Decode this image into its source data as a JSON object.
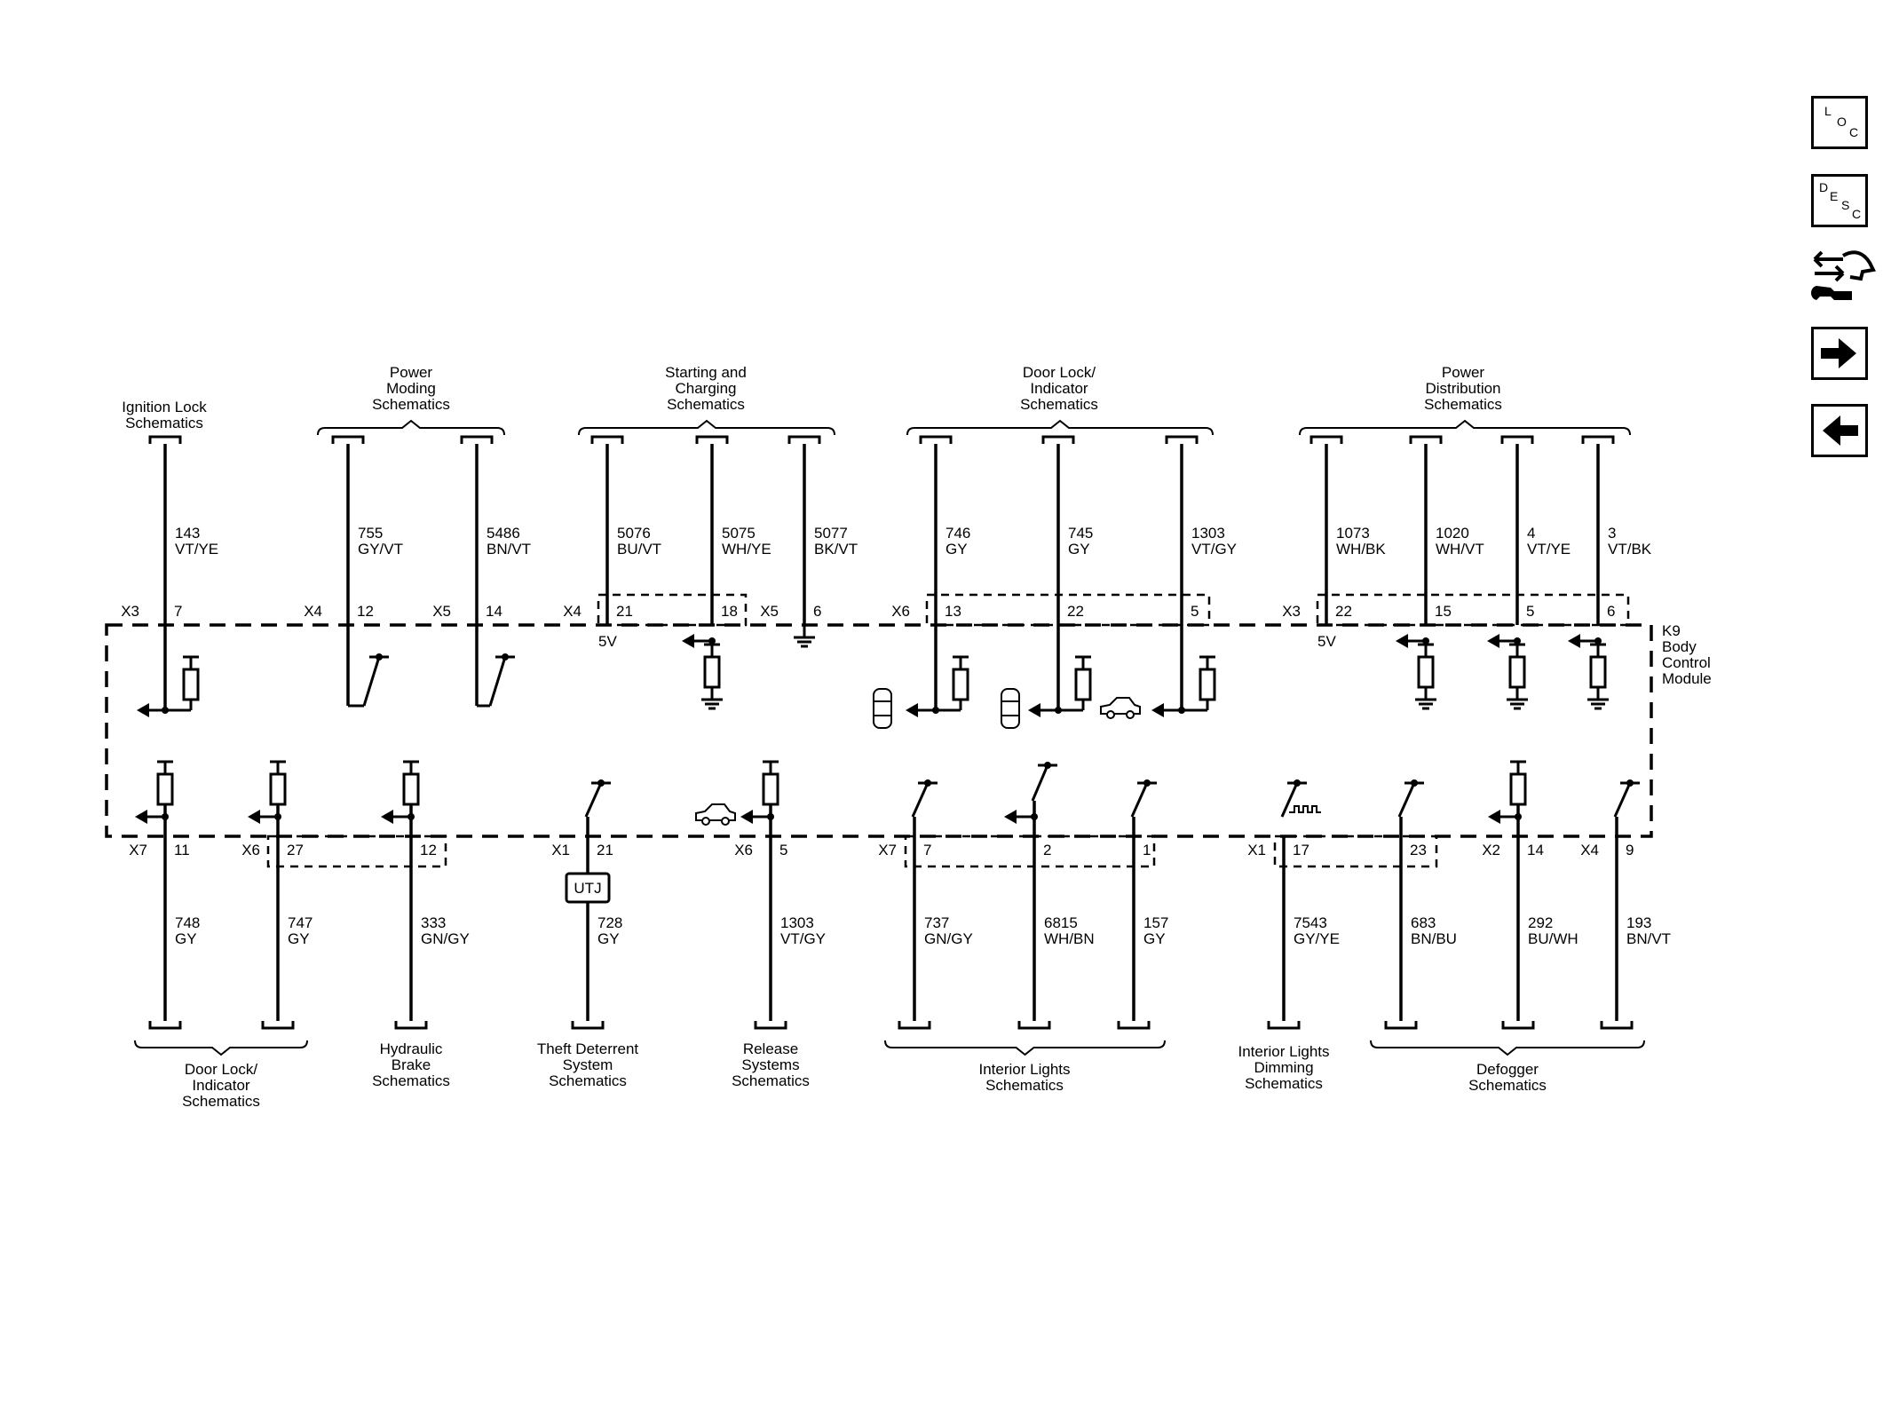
{
  "nav": {
    "loc": [
      "L",
      "O",
      "C"
    ],
    "desc": [
      "D",
      "E",
      "S",
      "C"
    ]
  },
  "module": {
    "name": [
      "K9",
      "Body",
      "Control",
      "Module"
    ]
  },
  "top_groups": [
    {
      "label": [
        "Ignition Lock",
        "Schematics"
      ]
    },
    {
      "label": [
        "Power",
        "Moding",
        "Schematics"
      ]
    },
    {
      "label": [
        "Starting and",
        "Charging",
        "Schematics"
      ]
    },
    {
      "label": [
        "Door Lock/",
        "Indicator",
        "Schematics"
      ]
    },
    {
      "label": [
        "Power",
        "Distribution",
        "Schematics"
      ]
    }
  ],
  "top_wires": [
    {
      "circuit": "143",
      "color": "VT/YE",
      "connector": "X3",
      "pin": "7"
    },
    {
      "circuit": "755",
      "color": "GY/VT",
      "connector": "X4",
      "pin": "12"
    },
    {
      "circuit": "5486",
      "color": "BN/VT",
      "connector": "X5",
      "pin": "14"
    },
    {
      "circuit": "5076",
      "color": "BU/VT",
      "connector": "X4",
      "pin": "21",
      "ref": "5V"
    },
    {
      "circuit": "5075",
      "color": "WH/YE",
      "connector": "",
      "pin": "18"
    },
    {
      "circuit": "5077",
      "color": "BK/VT",
      "connector": "X5",
      "pin": "6"
    },
    {
      "circuit": "746",
      "color": "GY",
      "connector": "X6",
      "pin": "13"
    },
    {
      "circuit": "745",
      "color": "GY",
      "connector": "",
      "pin": "22"
    },
    {
      "circuit": "1303",
      "color": "VT/GY",
      "connector": "",
      "pin": "5"
    },
    {
      "circuit": "1073",
      "color": "WH/BK",
      "connector": "X3",
      "pin": "22",
      "ref": "5V"
    },
    {
      "circuit": "1020",
      "color": "WH/VT",
      "connector": "",
      "pin": "15"
    },
    {
      "circuit": "4",
      "color": "VT/YE",
      "connector": "",
      "pin": "5"
    },
    {
      "circuit": "3",
      "color": "VT/BK",
      "connector": "",
      "pin": "6"
    }
  ],
  "bottom_wires": [
    {
      "circuit": "748",
      "color": "GY",
      "connector": "X7",
      "pin": "11"
    },
    {
      "circuit": "747",
      "color": "GY",
      "connector": "X6",
      "pin": "27"
    },
    {
      "circuit": "333",
      "color": "GN/GY",
      "connector": "",
      "pin": "12"
    },
    {
      "circuit": "728",
      "color": "GY",
      "connector": "X1",
      "pin": "21",
      "inline": "UTJ"
    },
    {
      "circuit": "1303",
      "color": "VT/GY",
      "connector": "X6",
      "pin": "5"
    },
    {
      "circuit": "737",
      "color": "GN/GY",
      "connector": "X7",
      "pin": "7"
    },
    {
      "circuit": "6815",
      "color": "WH/BN",
      "connector": "",
      "pin": "2"
    },
    {
      "circuit": "157",
      "color": "GY",
      "connector": "",
      "pin": "1"
    },
    {
      "circuit": "7543",
      "color": "GY/YE",
      "connector": "X1",
      "pin": "17"
    },
    {
      "circuit": "683",
      "color": "BN/BU",
      "connector": "",
      "pin": "23"
    },
    {
      "circuit": "292",
      "color": "BU/WH",
      "connector": "X2",
      "pin": "14"
    },
    {
      "circuit": "193",
      "color": "BN/VT",
      "connector": "X4",
      "pin": "9"
    }
  ],
  "bottom_groups": [
    {
      "label": [
        "Door Lock/",
        "Indicator",
        "Schematics"
      ]
    },
    {
      "label": [
        "Hydraulic",
        "Brake",
        "Schematics"
      ]
    },
    {
      "label": [
        "Theft Deterrent",
        "System",
        "Schematics"
      ]
    },
    {
      "label": [
        "Release",
        "Systems",
        "Schematics"
      ]
    },
    {
      "label": [
        "Interior Lights",
        "Schematics"
      ]
    },
    {
      "label": [
        "Interior Lights",
        "Dimming",
        "Schematics"
      ]
    },
    {
      "label": [
        "Defogger",
        "Schematics"
      ]
    }
  ]
}
